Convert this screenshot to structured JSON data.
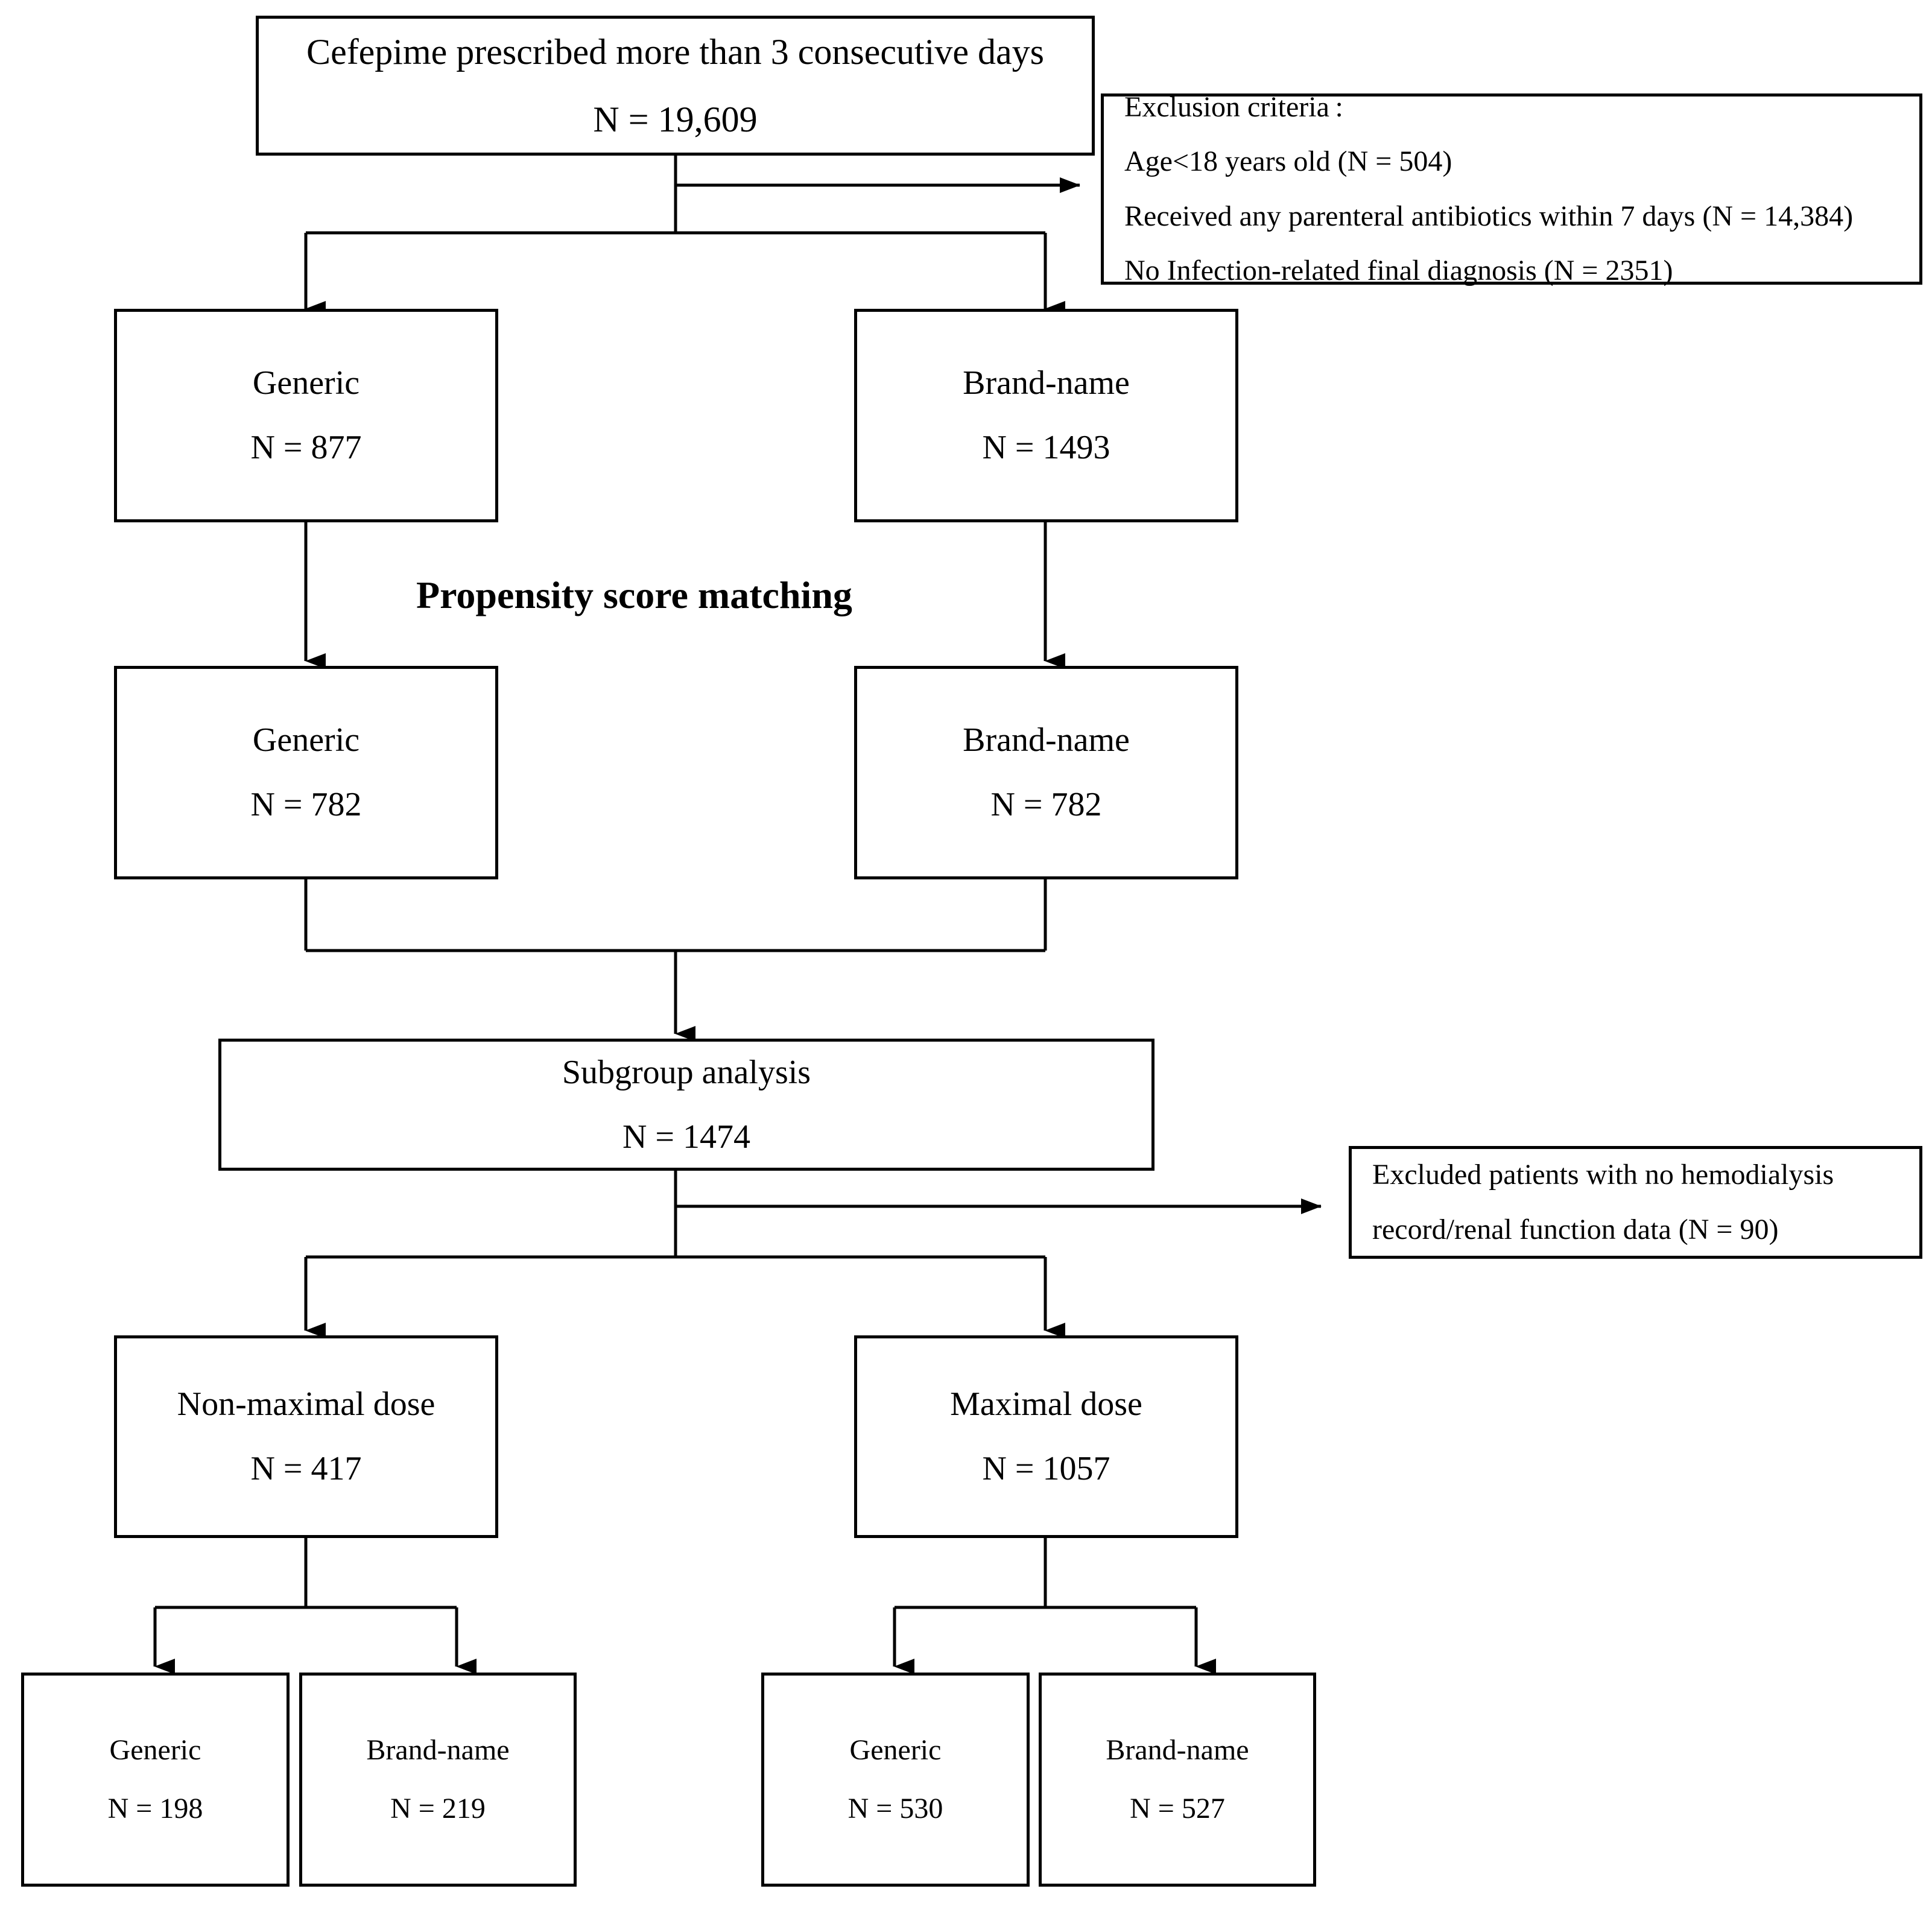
{
  "diagram": {
    "title": "Cefepime study patient flow diagram",
    "line_color": "#000000",
    "background": "#ffffff"
  },
  "nodes": {
    "cohort": {
      "label": "Cefepime prescribed more than 3 consecutive days",
      "count": "N = 19,609"
    },
    "exclusion": {
      "heading": "Exclusion criteria :",
      "item1": "Age<18 years old (N = 504)",
      "item2": "Received any parenteral antibiotics within 7 days (N = 14,384)",
      "item3": "No Infection-related final diagnosis (N = 2351)"
    },
    "generic_pre": {
      "label": "Generic",
      "count": "N = 877"
    },
    "brand_pre": {
      "label": "Brand-name",
      "count": "N = 1493"
    },
    "matching_label": "Propensity score matching",
    "generic_post": {
      "label": "Generic",
      "count": "N = 782"
    },
    "brand_post": {
      "label": "Brand-name",
      "count": "N = 782"
    },
    "subgroup": {
      "label": "Subgroup analysis",
      "count": "N = 1474"
    },
    "excluded_hd": {
      "line1": "Excluded patients with no hemodialysis",
      "line2": "record/renal function data (N = 90)"
    },
    "non_max_dose": {
      "label": "Non-maximal dose",
      "count": "N = 417"
    },
    "max_dose": {
      "label": "Maximal dose",
      "count": "N = 1057"
    },
    "nonmax_generic": {
      "label": "Generic",
      "count": "N = 198"
    },
    "nonmax_brand": {
      "label": "Brand-name",
      "count": "N = 219"
    },
    "max_generic": {
      "label": "Generic",
      "count": "N = 530"
    },
    "max_brand": {
      "label": "Brand-name",
      "count": "N = 527"
    }
  }
}
